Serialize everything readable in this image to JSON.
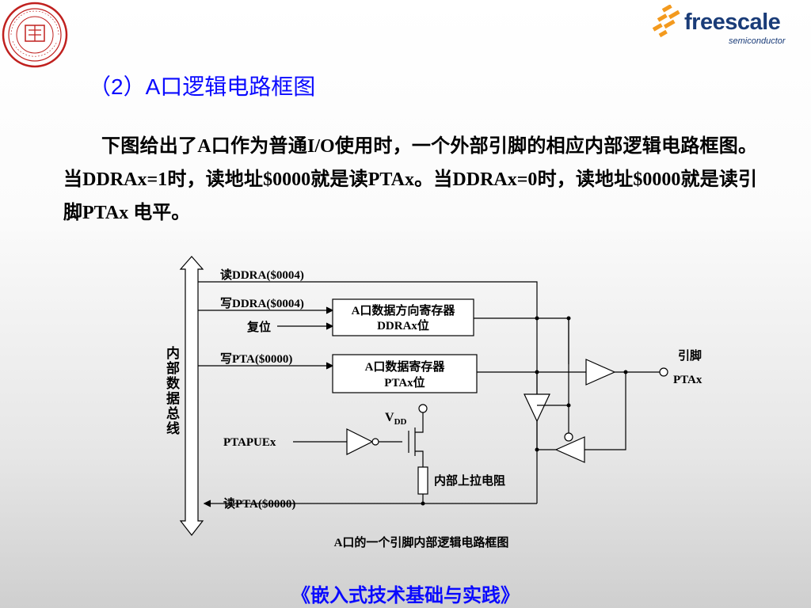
{
  "logos": {
    "seal_text": "SOOCHOW UNIVERSITY UNTO A FULL GROWN MAN",
    "brand_name": "freescale",
    "brand_sub": "semiconductor"
  },
  "heading": "（2）A口逻辑电路框图",
  "paragraph": "下图给出了A口作为普通I/O使用时，一个外部引脚的相应内部逻辑电路框图。当DDRAx=1时，读地址$0000就是读PTAx。当DDRAx=0时，读地址$0000就是读引脚PTAx 电平。",
  "diagram": {
    "bus_label": "内部数据总线",
    "read_ddra": "读DDRA($0004)",
    "write_ddra": "写DDRA($0004)",
    "reset": "复位",
    "write_pta": "写PTA($0000)",
    "ddr_register": {
      "line1": "A口数据方向寄存器",
      "line2": "DDRAx位"
    },
    "data_register": {
      "line1": "A口数据寄存器",
      "line2": "PTAx位"
    },
    "vdd_main": "V",
    "vdd_sub": "DD",
    "pullup_enable": "PTAPUEx",
    "pullup_resistor": "内部上拉电阻",
    "read_pta": "读PTA($0000)",
    "pin_label1": "引脚",
    "pin_label2": "PTAx",
    "caption": "A口的一个引脚内部逻辑电路框图"
  },
  "footer": "《嵌入式技术基础与实践》",
  "colors": {
    "heading": "#0a0aff",
    "footer": "#0a0aff",
    "seal": "#c0201e",
    "brand": "#1a3c78",
    "brand_accent": "#f39a1e"
  },
  "icons": [
    "university-seal-icon",
    "freescale-logo-icon"
  ]
}
